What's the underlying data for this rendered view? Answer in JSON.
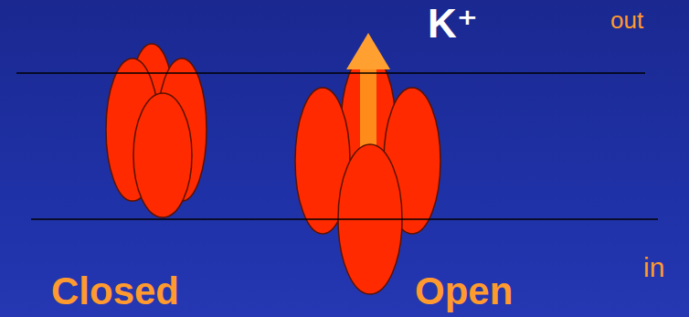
{
  "diagram": {
    "labels": [
      "K⁺",
      "out",
      "in",
      "Closed",
      "Open"
    ]
  }
}
